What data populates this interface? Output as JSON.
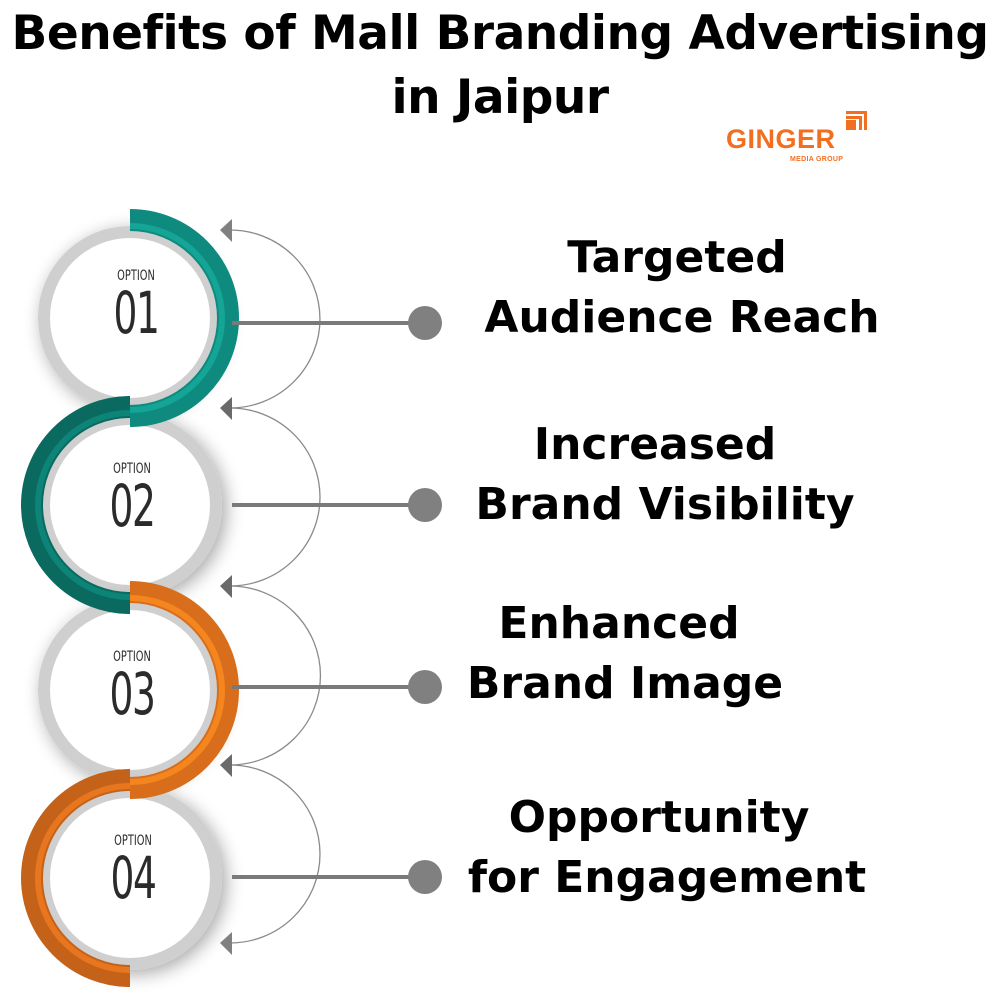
{
  "title": {
    "line1": "Benefits of Mall Branding Advertising",
    "line2": "in Jaipur"
  },
  "logo": {
    "brand": "GINGER",
    "subtitle": "MEDIA GROUP",
    "color": "#f26f21"
  },
  "options": [
    {
      "label": "OPTION",
      "number": "01",
      "color": "#0d9488",
      "benefit_line1": "Targeted",
      "benefit_line2": "Audience Reach"
    },
    {
      "label": "OPTION",
      "number": "02",
      "color": "#0b6b60",
      "benefit_line1": "Increased",
      "benefit_line2": "Brand Visibility"
    },
    {
      "label": "OPTION",
      "number": "03",
      "color": "#e8761e",
      "benefit_line1": "Enhanced",
      "benefit_line2": "Brand Image"
    },
    {
      "label": "OPTION",
      "number": "04",
      "color": "#c9631a",
      "benefit_line1": "Opportunity",
      "benefit_line2": "for Engagement"
    }
  ],
  "connector_color": "#7a7a7a"
}
